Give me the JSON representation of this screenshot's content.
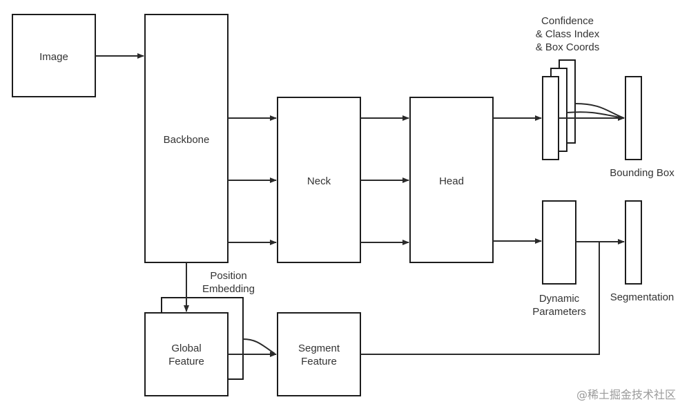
{
  "colors": {
    "stroke": "#1c1c1c",
    "text": "#333333",
    "watermark": "#9a9a9a"
  },
  "nodes": {
    "image": "Image",
    "backbone": "Backbone",
    "neck": "Neck",
    "head": "Head",
    "global_feature": [
      "Global",
      "Feature"
    ],
    "segment_feature": [
      "Segment",
      "Feature"
    ],
    "position_embedding": [
      "Position",
      "Embedding"
    ],
    "confidence": [
      "Confidence",
      "& Class Index",
      "& Box Coords"
    ],
    "bounding_box": "Bounding Box",
    "dynamic_parameters": [
      "Dynamic",
      "Parameters"
    ],
    "segmentation": "Segmentation"
  },
  "watermark": "@稀土掘金技术社区"
}
